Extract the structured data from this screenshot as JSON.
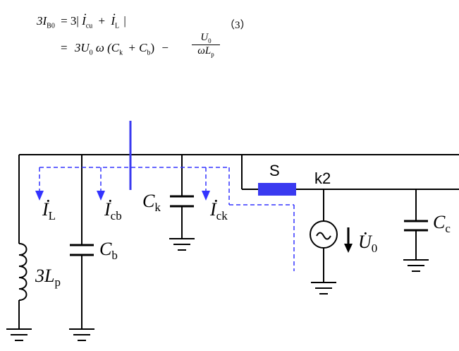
{
  "formula": {
    "line1_lhs": "3I",
    "line1_lhs_sub": "B0",
    "line1_rhs_pre": "= 3|",
    "line1_i1": "I",
    "line1_i1_sub": "cu",
    "line1_plus": "+",
    "line1_i2": "I",
    "line1_i2_sub": "L",
    "line1_close": "|",
    "equation_number": "（3）",
    "line2_eq": "=",
    "line2_coeff": "3U",
    "line2_coeff_sub": "0",
    "line2_omega": "ω",
    "line2_paren_open": "(C",
    "line2_ck_sub": "k",
    "line2_plus": "+ C",
    "line2_cb_sub": "b",
    "line2_paren_close": ")",
    "line2_minus": "−",
    "frac_num": "U",
    "frac_num_sub": "0",
    "frac_den": "ωL",
    "frac_den_sub": "p"
  },
  "circuit": {
    "labels": {
      "IL": "I",
      "IL_sub": "L",
      "Icb": "I",
      "Icb_sub": "cb",
      "Ck": "C",
      "Ck_sub": "k",
      "Ick": "I",
      "Ick_sub": "ck",
      "Cb": "C",
      "Cb_sub": "b",
      "Lp_coeff": "3L",
      "Lp_sub": "p",
      "switch": "S",
      "node": "k2",
      "U0": "U",
      "U0_sub": "0",
      "Cc": "C",
      "Cc_sub": "c"
    },
    "colors": {
      "wire": "#000000",
      "current_path": "#3333ff",
      "switch_fill": "#3a3af0",
      "busbar": "#3a3af0"
    }
  }
}
